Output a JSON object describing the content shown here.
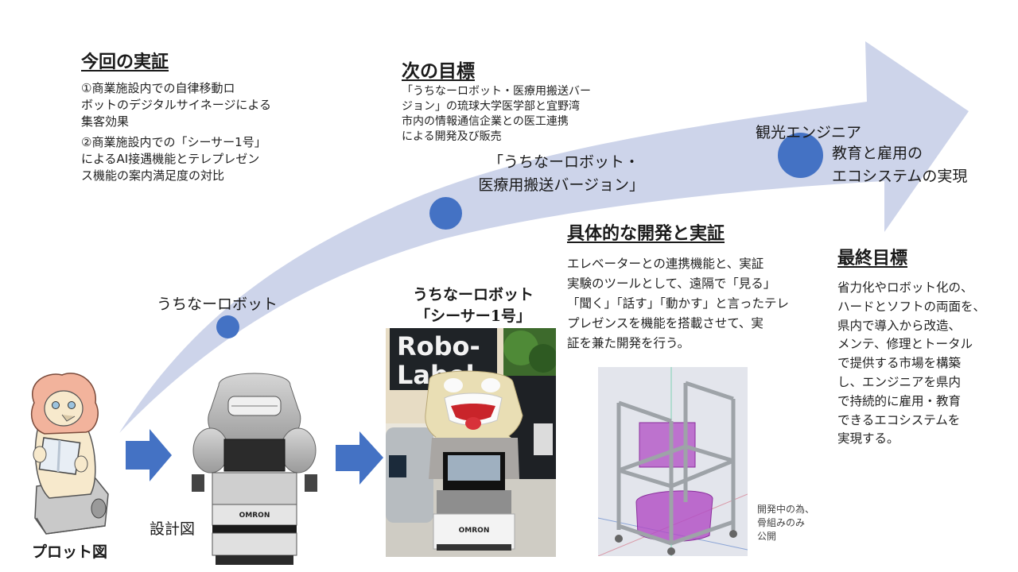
{
  "colors": {
    "arrow_fill": "#cdd4ea",
    "milestone_dot": "#4472c4",
    "step_arrow": "#4472c4"
  },
  "current_demo": {
    "title": "今回の実証",
    "items": [
      [
        "①商業施設内での自律移動ロ",
        "ボットのデジタルサイネージによる",
        "集客効果"
      ],
      [
        "②商業施設内での「シーサー1号」",
        "によるAI接遇機能とテレプレゼン",
        "ス機能の案内満足度の対比"
      ]
    ]
  },
  "next_goal": {
    "title": "次の目標",
    "lines": [
      "「うちなーロボット・医療用搬送バー",
      "ジョン」の琉球大学医学部と宜野湾",
      "市内の情報通信企業との医工連携",
      "による開発及び販売"
    ]
  },
  "milestones": {
    "first": "うちなーロボット",
    "second": [
      "「うちなーロボット・",
      "医療用搬送バージョン」"
    ],
    "third": {
      "label": "観光エンジニア",
      "sub": [
        "教育と雇用の",
        "エコシステムの実現"
      ]
    }
  },
  "development": {
    "title": "具体的な開発と実証",
    "lines": [
      "エレベーターとの連携機能と、実証",
      "実験のツールとして、遠隔で「見る」",
      "「聞く」「話す」「動かす」と言ったテレ",
      "プレゼンスを機能を搭載させて、実",
      "証を兼た開発を行う。"
    ]
  },
  "final_goal": {
    "title": "最終目標",
    "lines": [
      "省力化やロボット化の、",
      "ハードとソフトの両面を、",
      "県内で導入から改造、",
      "メンテ、修理とトータル",
      "で提供する市場を構築",
      "し、エンジニアを県内",
      "で持続的に雇用・教育",
      "できるエコシステムを",
      "実現する。"
    ]
  },
  "images": {
    "plot_caption": "プロット図",
    "design_caption": "設計図",
    "robot_caption": [
      "うちなーロボット",
      "「シーサー1号」"
    ],
    "robot_sign": [
      "Robo-",
      "Label"
    ],
    "brand": "OMRON",
    "frame_note": [
      "開発中の為、",
      "骨組みのみ",
      "公開"
    ]
  }
}
